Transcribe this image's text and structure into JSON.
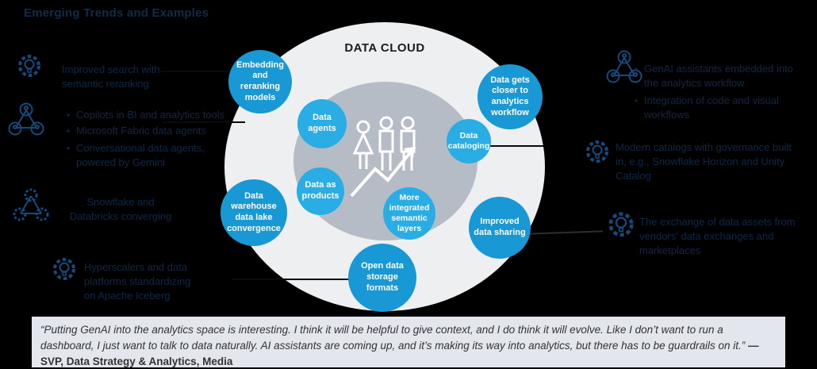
{
  "page": {
    "title": "Emerging Trends and Examples",
    "background_color": "#000000"
  },
  "colors": {
    "bubble_primary": "#1898d5",
    "bubble_secondary": "#29ade4",
    "outer_circle": "#edeff1",
    "inner_circle": "#b5bcc5",
    "annotation_text": "#0d2946",
    "quote_background": "#e4e6ed"
  },
  "diagram": {
    "title": "DATA CLOUD",
    "center_icon": "people-growth-arrow",
    "bubbles": [
      {
        "id": "embed",
        "label": "Embedding and reranking models"
      },
      {
        "id": "agents",
        "label": "Data agents"
      },
      {
        "id": "closer",
        "label": "Data gets closer to analytics workflow"
      },
      {
        "id": "catalog",
        "label": "Data cataloging"
      },
      {
        "id": "products",
        "label": "Data as products"
      },
      {
        "id": "semantic",
        "label": "More integrated semantic layers"
      },
      {
        "id": "warehouse",
        "label": "Data warehouse data lake convergence"
      },
      {
        "id": "sharing",
        "label": "Improved data sharing"
      },
      {
        "id": "open",
        "label": "Open data storage formats"
      }
    ]
  },
  "left_annotations": [
    {
      "icon": "gear-lightbulb-icon",
      "lines": [
        "Improved search with",
        "semantic reranking"
      ]
    },
    {
      "icon": "people-network-icon",
      "bullets": [
        {
          "lines": [
            "Copilots in BI and analytics tools"
          ]
        },
        {
          "lines": [
            "Microsoft Fabric data agents"
          ]
        },
        {
          "lines": [
            "Conversational data agents,",
            "powered by Gemini"
          ]
        }
      ]
    },
    {
      "icon": "gear-network-icon",
      "lines": [
        "Snowflake and",
        "Databricks converging"
      ]
    },
    {
      "icon": "gear-lightbulb-icon",
      "lines": [
        "Hyperscalers and data",
        "platforms standardizing",
        "on Apache Iceberg"
      ]
    }
  ],
  "right_annotations": [
    {
      "icon": "people-network-icon",
      "bullets": [
        {
          "lines": [
            "GenAI assistants embedded into",
            "the analytics workflow"
          ]
        },
        {
          "lines": [
            "Integration of code and visual",
            "workflows"
          ]
        }
      ]
    },
    {
      "icon": "gear-lightbulb-icon",
      "lines": [
        "Modern catalogs with governance built",
        "in, e.g., Snowflake Horizon and Unity",
        "Catalog"
      ]
    },
    {
      "icon": "gear-lightbulb-icon",
      "lines": [
        "The exchange of data assets from",
        "vendors' data exchanges and",
        "marketplaces"
      ]
    }
  ],
  "quote": {
    "text": "“Putting GenAI into the analytics space is interesting.  I think it will be helpful to give context, and I do think it will evolve.  Like I don’t want to run a dashboard, I just want to talk to data naturally.  AI assistants are coming up, and it’s making its way into analytics, but there has to be guardrails on it.”",
    "attribution": "— SVP, Data Strategy & Analytics, Media"
  }
}
